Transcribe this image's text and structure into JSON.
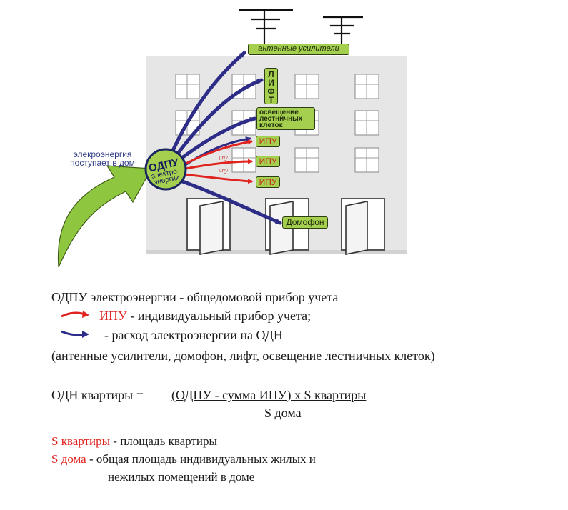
{
  "diagram": {
    "incoming_label_line1": "элекроэнергия",
    "incoming_label_line2": "поступает в дом",
    "odpu_title": "ОДПУ",
    "odpu_sub1": "электро-",
    "odpu_sub2": "энергии",
    "antennas_tag": "антенные  усилители",
    "lift_letters": [
      "Л",
      "И",
      "Ф",
      "Т"
    ],
    "lighting_line1": "освещение",
    "lighting_line2": "лестничных",
    "lighting_line3": "клеток",
    "ipu_tag": "ИПУ",
    "ipu_arrow_label": "ипу",
    "intercom_tag": "Домофон",
    "colors": {
      "consumption_arrow": "#2d2d88",
      "ipu_arrow": "#e0231f",
      "incoming_arrow": "#8fc63f",
      "building": "#e6e6e6",
      "tag_fill": "#a4cf4f"
    }
  },
  "legend": {
    "line1": "ОДПУ электроэнергии - общедомовой прибор учета",
    "ipu_abbr": "ИПУ",
    "ipu_desc": " - индивидуальный прибор учета;",
    "odn_desc": "- расход электроэнергии на ОДН",
    "list": "(антенные усилители, домофон, лифт, освещение лестничных клеток)"
  },
  "formula": {
    "lhs": "ОДН квартиры = ",
    "numerator": "(ОДПУ - сумма ИПУ) х  S квартиры",
    "denominator": "S дома"
  },
  "definitions": {
    "s_apartment_term": "S квартиры",
    "s_apartment_desc": " - площадь квартиры",
    "s_house_term": "S дома",
    "s_house_desc": " -  общая площадь индивидуальных жилых и",
    "s_house_desc2": "нежилых помещений в доме"
  }
}
